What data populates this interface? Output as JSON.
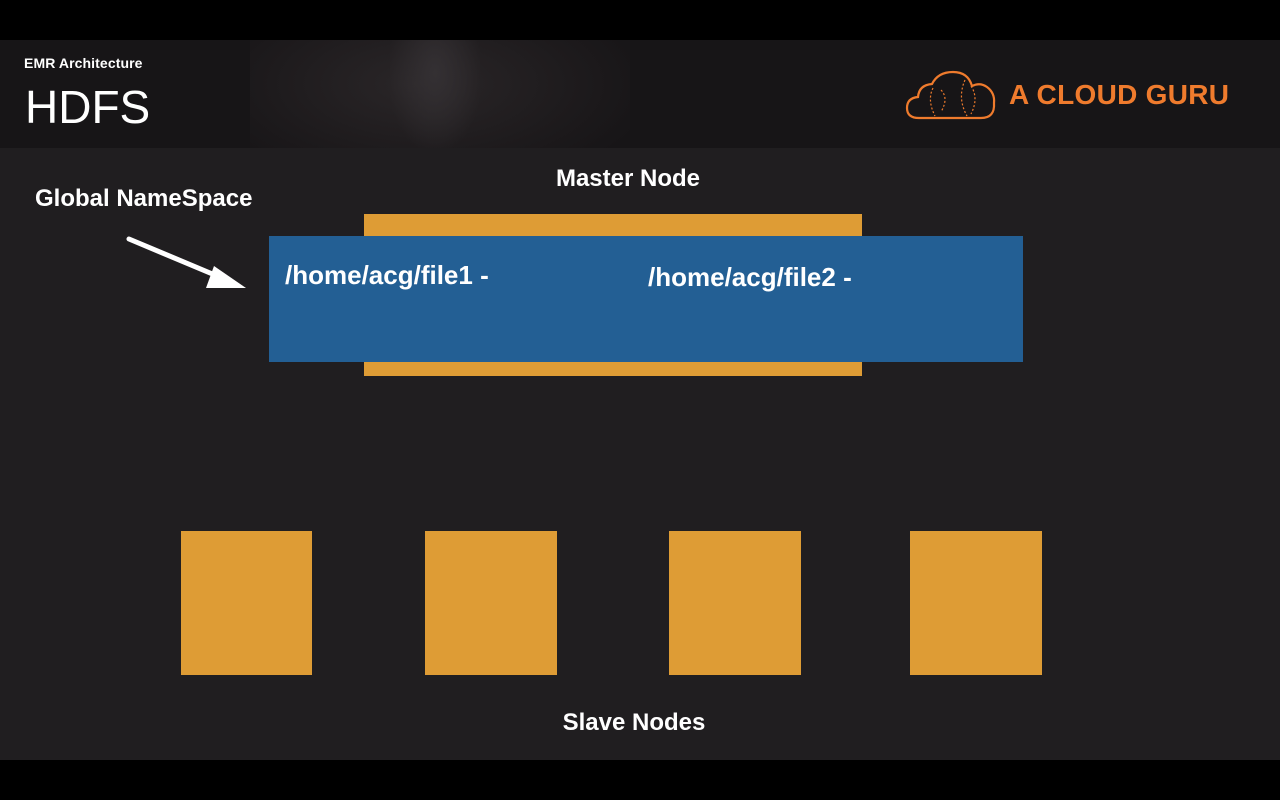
{
  "header": {
    "subtitle": "EMR Architecture",
    "title": "HDFS",
    "logo_text": "A CLOUD GURU",
    "logo_icon": "cloud-icon"
  },
  "diagram": {
    "master_label": "Master Node",
    "namespace_label": "Global NameSpace",
    "namespace_files": [
      "/home/acg/file1 -",
      "/home/acg/file2 -"
    ],
    "slave_label": "Slave Nodes",
    "slave_count": 4
  },
  "colors": {
    "background": "#201e20",
    "letterbox": "#000000",
    "node_orange": "#de9c35",
    "namespace_blue": "#235f94",
    "brand_orange": "#ef7b2d",
    "text": "#ffffff"
  }
}
